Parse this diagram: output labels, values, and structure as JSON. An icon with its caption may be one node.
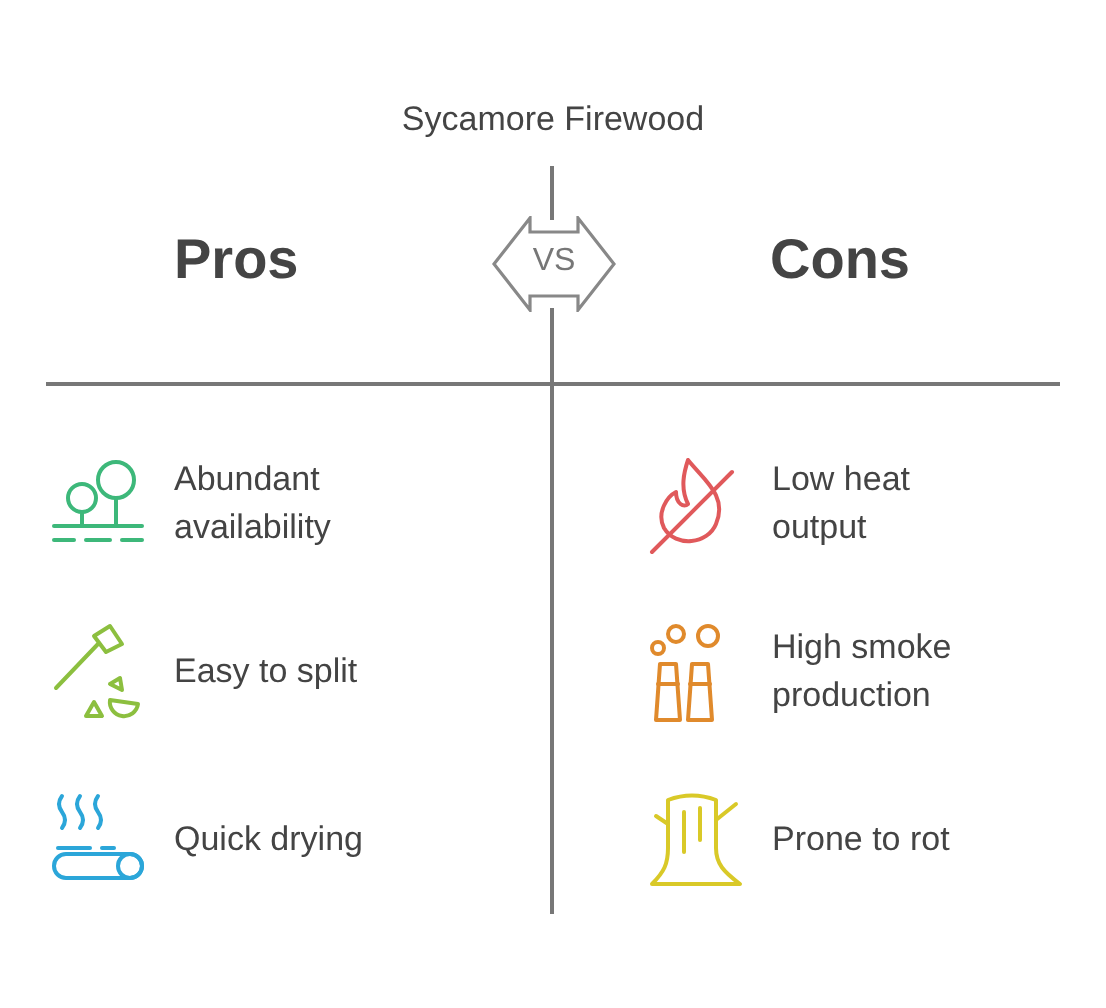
{
  "diagram": {
    "title": "Sycamore Firewood",
    "nodes": [
      {
        "text": [
          "VS"
        ]
      }
    ],
    "labels": [
      "Pros",
      "Cons",
      "Abundant availability",
      "Easy to split",
      "Quick drying",
      "Low heat output",
      "High smoke production",
      "Prone to rot"
    ]
  }
}
